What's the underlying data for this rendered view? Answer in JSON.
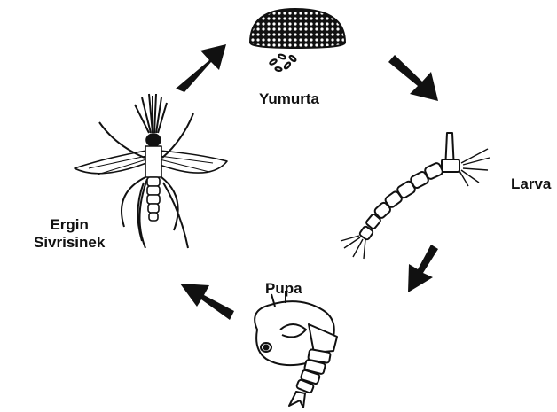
{
  "stages": {
    "egg": "Yumurta",
    "larva": "Larva",
    "pupa": "Pupa",
    "adult_line1": "Ergin",
    "adult_line2": "Sivrisinek"
  },
  "icons": {
    "egg": "egg-raft-icon",
    "larva": "larva-icon",
    "pupa": "pupa-icon",
    "adult": "mosquito-icon",
    "arrow": "cycle-arrow-icon"
  },
  "colors": {
    "ink": "#111111",
    "background": "#ffffff"
  }
}
